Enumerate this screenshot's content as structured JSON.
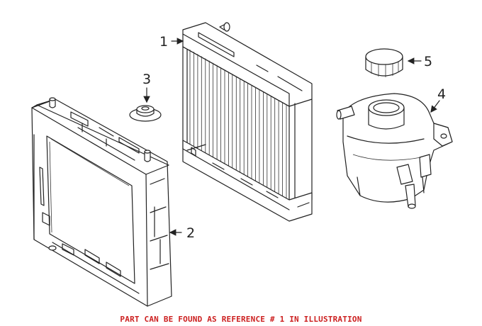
{
  "callouts": {
    "c1": "1",
    "c2": "2",
    "c3": "3",
    "c4": "4",
    "c5": "5"
  },
  "caption": "PART CAN BE FOUND AS REFERENCE # 1 IN ILLUSTRATION",
  "colors": {
    "caption": "#cc1f1f",
    "linework": "#222222",
    "background": "#ffffff"
  }
}
